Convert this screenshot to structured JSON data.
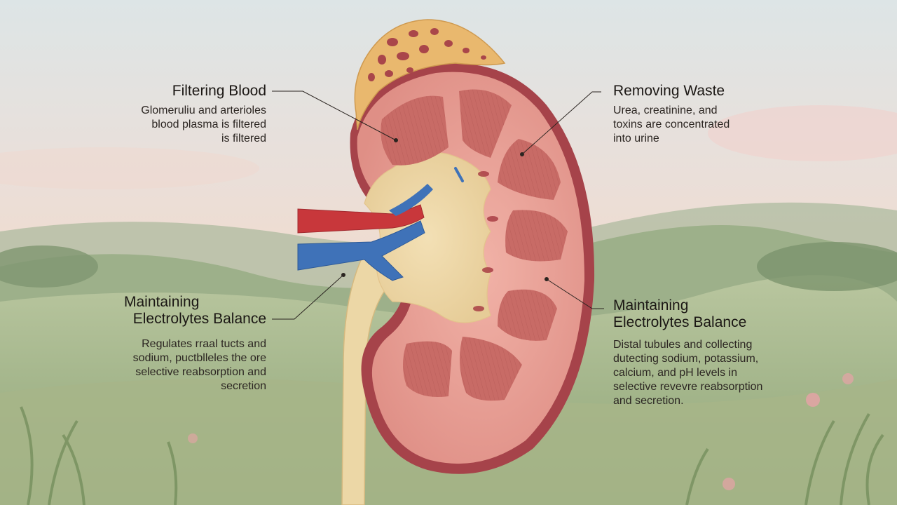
{
  "callouts": {
    "filtering": {
      "title": "Filtering Blood",
      "lines": [
        "Glomeruliu and arterioles",
        "blood plasma is filtered",
        "is filtered"
      ]
    },
    "waste": {
      "title": "Removing Waste",
      "lines": [
        "Urea, creatinine, and",
        "toxins are concentrated",
        "into urine"
      ]
    },
    "balance_left": {
      "title_lines": [
        "Maintaining",
        "Electrolytes Balance"
      ],
      "lines": [
        "Regulates rraal tucts and",
        "sodium, puctblleles the ore",
        "selective reabsorption and",
        "secretion"
      ]
    },
    "balance_right": {
      "title_lines": [
        "Maintaining",
        "Electrolytes Balance"
      ],
      "lines": [
        "Distal tubules and collecting",
        "dutecting sodium, potassium,",
        "calcium, and pH levels in",
        "selective revevre reabsorption",
        "and secretion."
      ]
    }
  },
  "colors": {
    "sky_top": "#dfe6e6",
    "sky_glow": "#f3dccd",
    "hill_far": "#a9b79c",
    "hill_near": "#8fa57e",
    "field": "#c5caa0",
    "cortex": "#e59c93",
    "capsule": "#a93f45",
    "medulla_pyramid": "#c86c66",
    "pelvis": "#efd8a8",
    "artery": "#c8373b",
    "vein": "#3f72b8",
    "adrenal": "#e7b66c",
    "adrenal_spots": "#a9464a"
  }
}
